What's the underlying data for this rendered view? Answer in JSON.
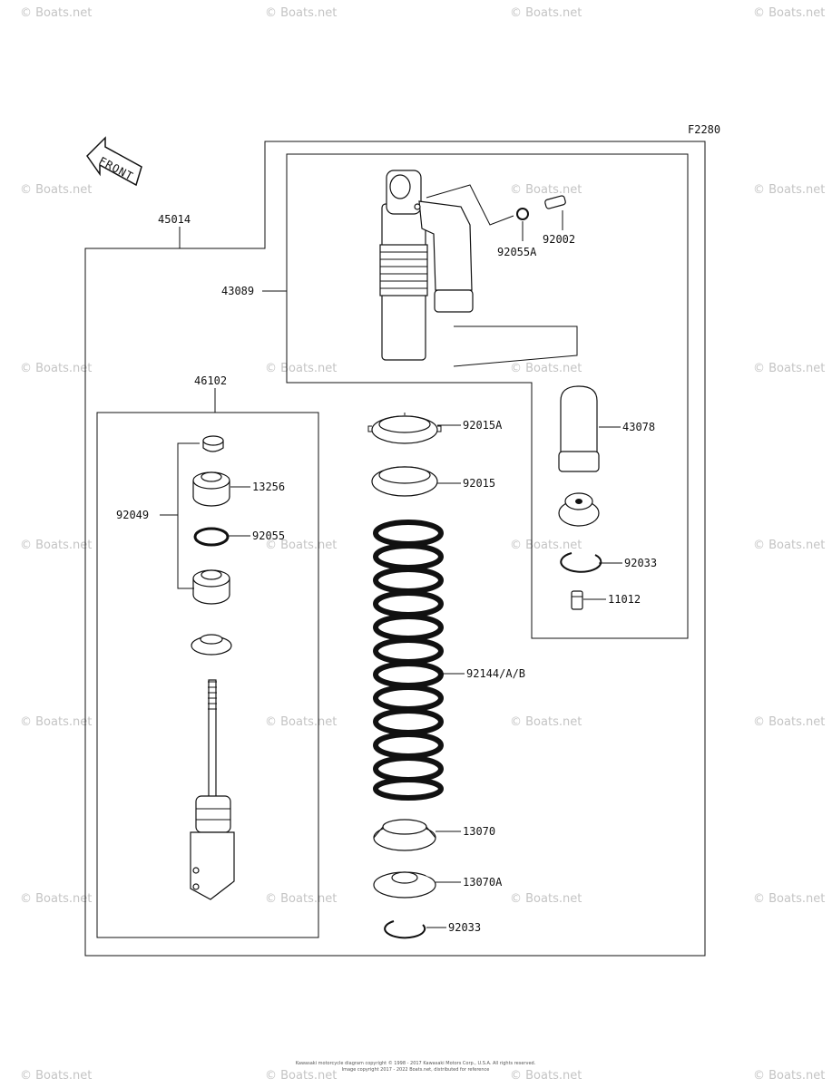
{
  "figure_code": "F2280",
  "front_label": "FRONT",
  "watermark": "© Boats.net",
  "footer": {
    "line1": "Kawasaki motorcycle diagram copyright © 1998 - 2017 Kawasaki Motors Corp., U.S.A. All rights reserved.",
    "line2": "Image copyright 2017 - 2022 Boats.net, distributed for reference"
  },
  "labels": {
    "p45014": "45014",
    "p43089": "43089",
    "p92055A": "92055A",
    "p92002": "92002",
    "p46102": "46102",
    "p92015A": "92015A",
    "p43078": "43078",
    "p13256": "13256",
    "p92015": "92015",
    "p92049": "92049",
    "p92055": "92055",
    "p92033a": "92033",
    "p11012": "11012",
    "p92144": "92144/A/B",
    "p13070": "13070",
    "p13070A": "13070A",
    "p92033b": "92033"
  }
}
